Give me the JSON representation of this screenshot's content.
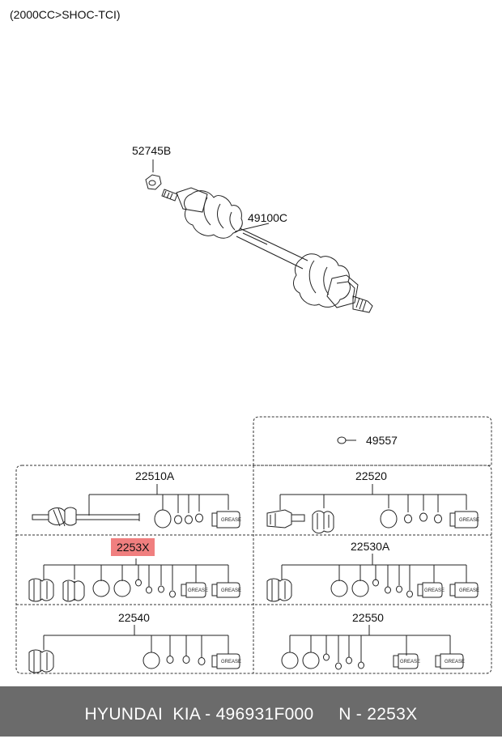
{
  "header": {
    "engine": "(2000CC>SHOC-TCI)"
  },
  "parts": {
    "nut": "52745B",
    "shaft": "49100C",
    "ring": "49557",
    "kit_a": "22510A",
    "kit_b": "22520",
    "kit_c": "2253X",
    "kit_d": "22530A",
    "kit_e": "22540",
    "kit_f": "22550"
  },
  "grease_label": "GREASE",
  "highlight_color": "#f07f7f",
  "footer": {
    "text": "HYUNDAI  KIA - 496931F000     N - 2253X"
  }
}
